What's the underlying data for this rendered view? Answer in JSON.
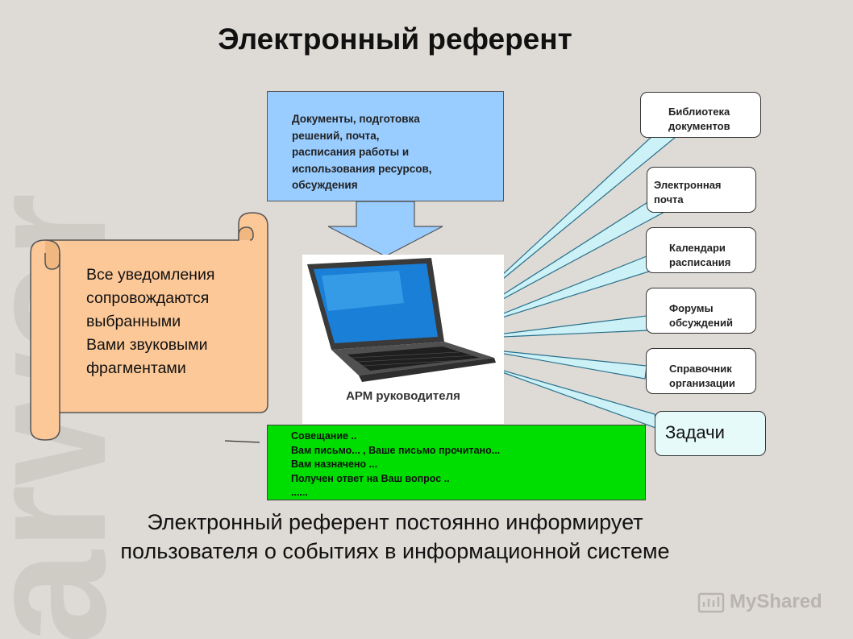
{
  "watermark": "arwar",
  "title": "Электронный референт",
  "docs_box": {
    "text": "Документы, подготовка\nрешений,  почта,\nрасписания работы и\nиспользования  ресурсов,\nобсуждения"
  },
  "notification_scroll": {
    "text": "Все уведомления\nсопровождаются\nвыбранными\nВами звуковыми\nфрагментами"
  },
  "laptop": {
    "caption": "АРМ руководителя"
  },
  "modules": [
    {
      "label": "Библиотека\nдокументов"
    },
    {
      "label": "Электронная\n почта"
    },
    {
      "label": "Календари\nрасписания"
    },
    {
      "label": "Форумы\nобсуждений"
    },
    {
      "label": "Справочник\nорганизации"
    },
    {
      "label": "Задачи"
    }
  ],
  "events": [
    "Совещание ..",
    "Вам письмо... , Ваше письмо прочитано...",
    "Вам назначено ...",
    "Получен ответ на Ваш вопрос ..",
    "......"
  ],
  "caption": "Электронный референт постоянно информирует\nпользователя о событиях в информационной системе",
  "logo": {
    "text": "MyShared"
  },
  "colors": {
    "docs_fill": "#99ccff",
    "module_fill": "#ffffff",
    "task_fill": "#e6fafa",
    "arrow_fill": "#99ccff",
    "callout_fill": "#ccf2f8",
    "scroll_fill": "#fcc898",
    "events_fill": "#00dd00"
  }
}
